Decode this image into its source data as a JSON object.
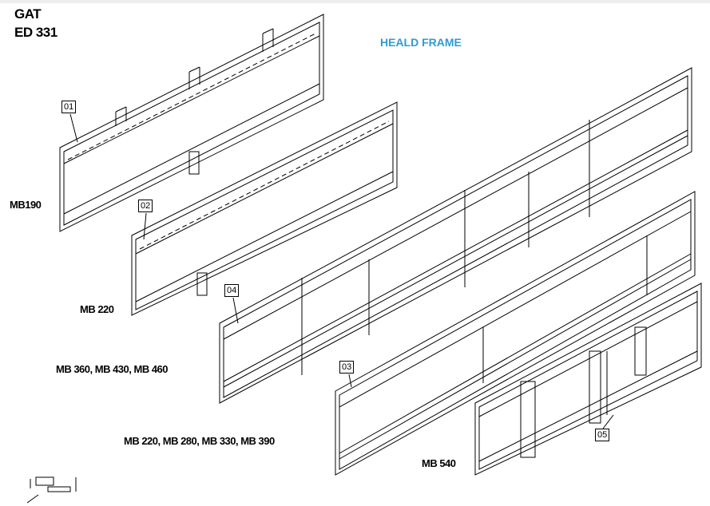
{
  "header": {
    "brand_line1": "GAT",
    "brand_line2": "ED 331",
    "title": "HEALD FRAME"
  },
  "colors": {
    "title": "#2e9bd6"
  },
  "parts": [
    {
      "tag": "01",
      "model": "MB190"
    },
    {
      "tag": "02",
      "model": "MB 220"
    },
    {
      "tag": "04",
      "model": "MB 360, MB 430, MB 460"
    },
    {
      "tag": "03",
      "model": "MB 220, MB 280, MB 330, MB 390"
    },
    {
      "tag": "05",
      "model": "MB 540"
    }
  ]
}
